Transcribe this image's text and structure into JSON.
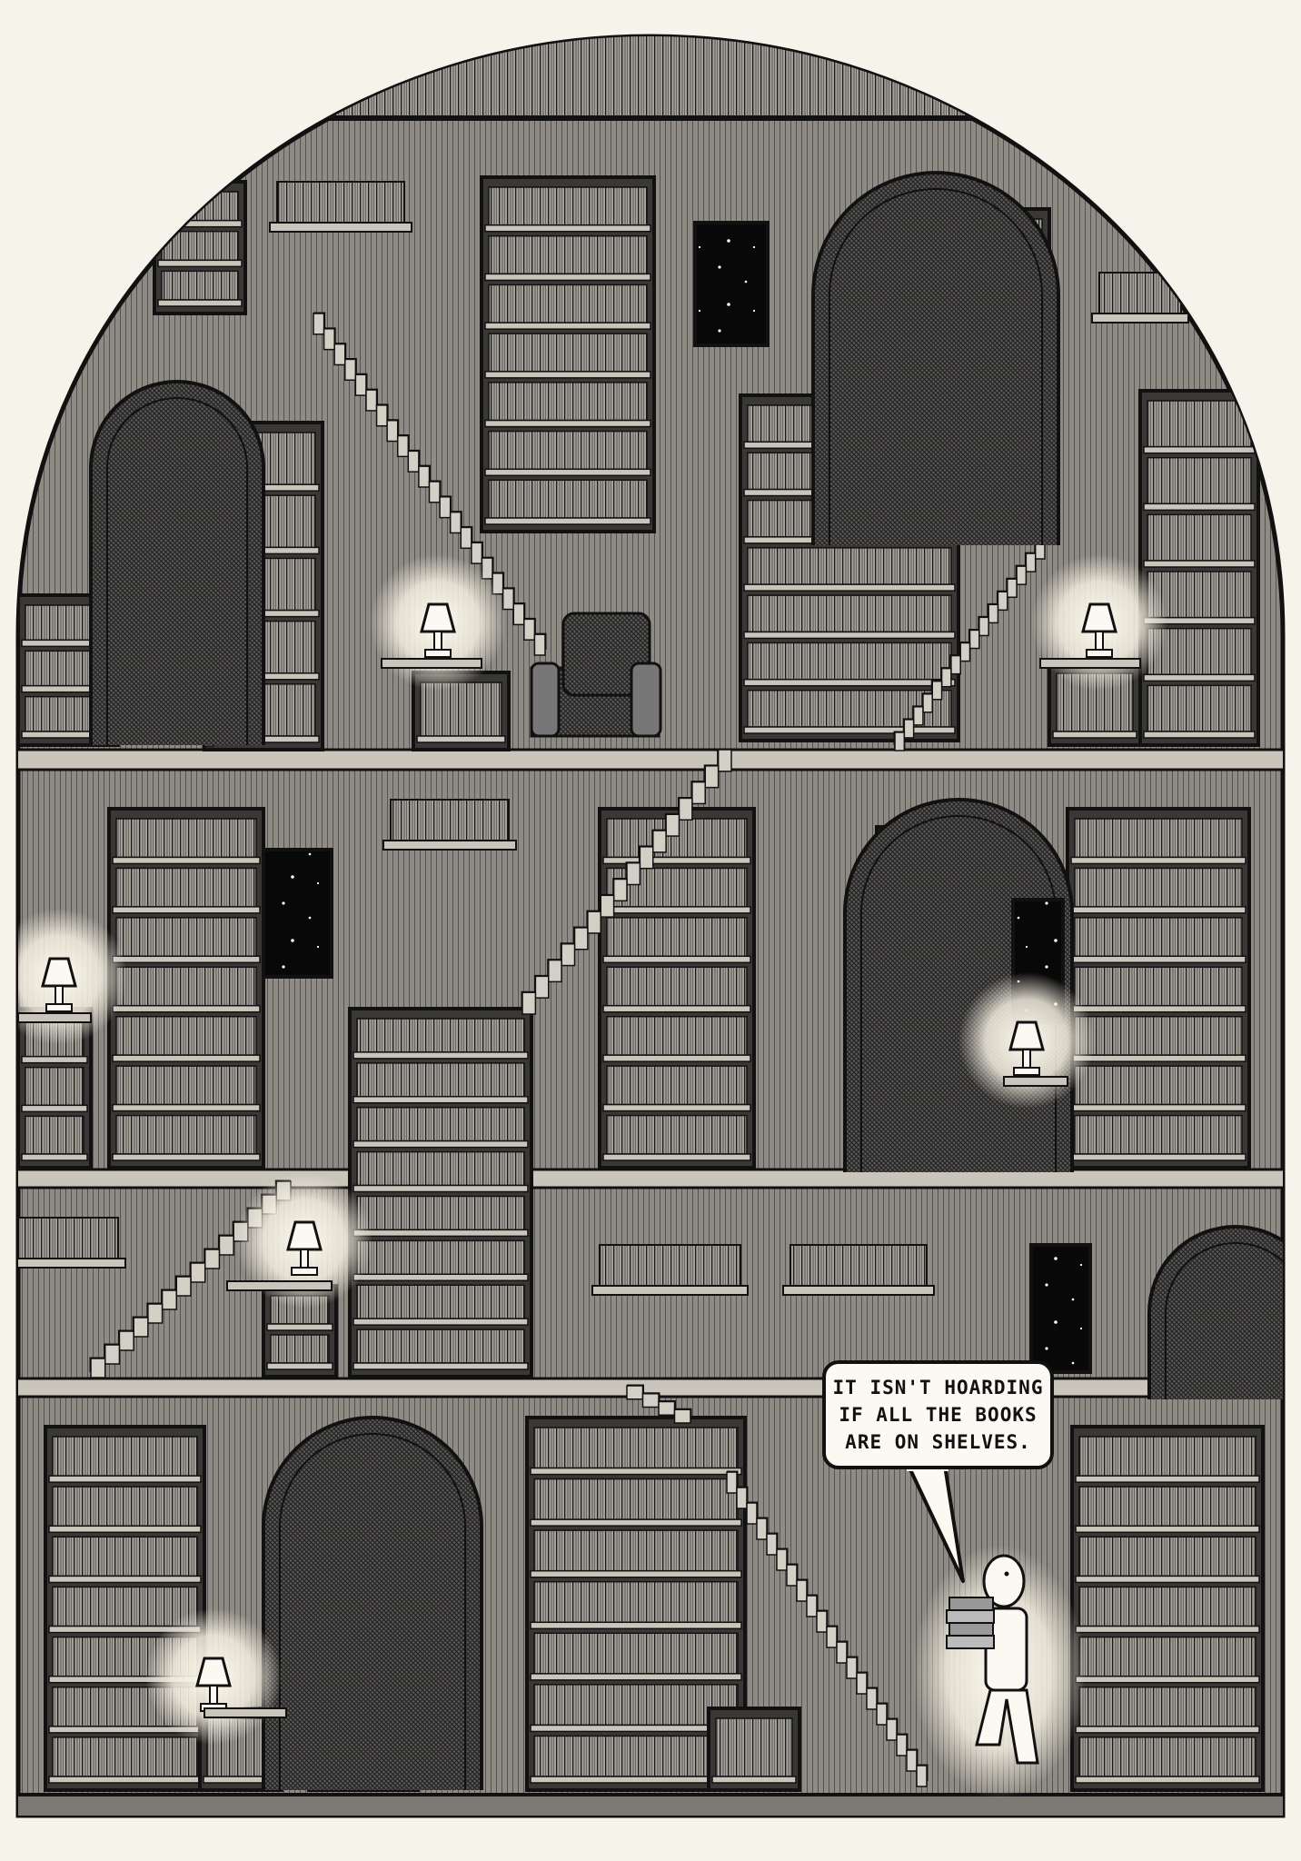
{
  "speech_bubble": {
    "lines": [
      "IT ISN'T HOARDING",
      "IF ALL THE BOOKS",
      "ARE ON SHELVES."
    ]
  },
  "palette": {
    "ink": "#111111",
    "paper": "#f6f3ea",
    "wall": "#8a8780",
    "shelf_back": "#4a4845",
    "book": "#9b978f",
    "lamp_glow": "#fbf7ea",
    "night": "#0a0a0a"
  },
  "icons": {
    "lamp": "table-lamp-icon",
    "window": "starry-window-icon",
    "armchair": "armchair-icon",
    "figure": "person-carrying-books-icon"
  }
}
